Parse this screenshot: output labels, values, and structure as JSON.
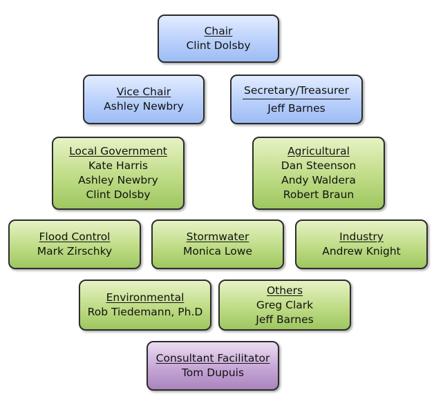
{
  "colors": {
    "blue": "#b9d0fb",
    "green": "#bfdc86",
    "purple": "#c6a6d6",
    "border": "#2b2b2b"
  },
  "chair": {
    "title": "Chair",
    "members": [
      "Clint Dolsby"
    ]
  },
  "vice_chair": {
    "title": "Vice Chair",
    "members": [
      "Ashley Newbry"
    ]
  },
  "secretary": {
    "title": "Secretary/Treasurer",
    "members": [
      "Jeff Barnes"
    ]
  },
  "local_government": {
    "title": "Local Government",
    "members": [
      "Kate Harris",
      "Ashley Newbry",
      "Clint Dolsby"
    ]
  },
  "agricultural": {
    "title": "Agricultural",
    "members": [
      "Dan Steenson",
      "Andy Waldera",
      "Robert Braun"
    ]
  },
  "flood_control": {
    "title": "Flood Control",
    "members": [
      "Mark Zirschky"
    ]
  },
  "stormwater": {
    "title": "Stormwater",
    "members": [
      "Monica Lowe"
    ]
  },
  "industry": {
    "title": "Industry",
    "members": [
      "Andrew Knight"
    ]
  },
  "environmental": {
    "title": "Environmental",
    "members": [
      "Rob Tiedemann, Ph.D"
    ]
  },
  "others": {
    "title": "Others",
    "members": [
      "Greg Clark",
      "Jeff Barnes"
    ]
  },
  "consultant": {
    "title": "Consultant Facilitator",
    "members": [
      "Tom Dupuis"
    ]
  }
}
